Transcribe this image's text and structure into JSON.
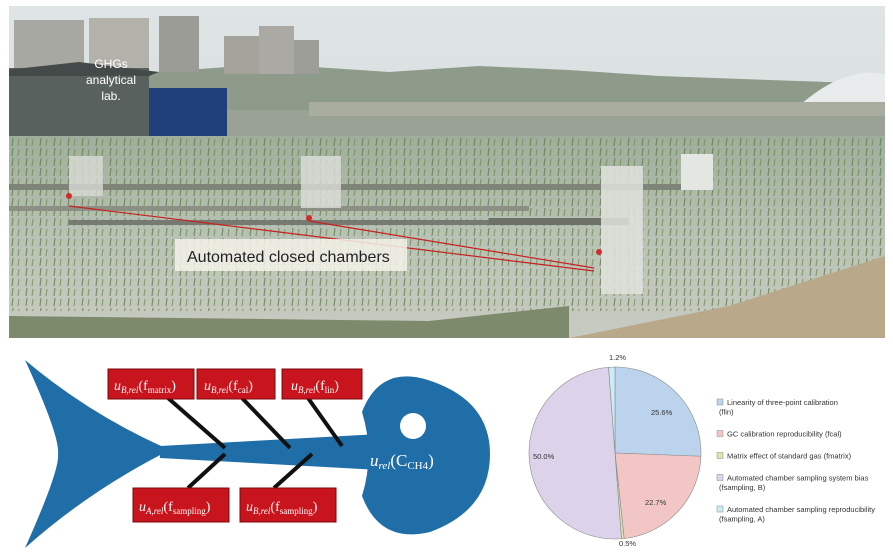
{
  "photo": {
    "lab_label_line1": "GHGs",
    "lab_label_line2": "analytical",
    "lab_label_line3": "lab.",
    "chambers_label": "Automated closed chambers"
  },
  "fishbone": {
    "head": {
      "main": "u",
      "sub1": "rel",
      "paren_open": "(",
      "var": "C",
      "sub2": "CH4",
      "paren_close": ")"
    },
    "boxes": [
      {
        "main": "u",
        "sub": "B,rel",
        "arg": "f",
        "argsub": "matrix"
      },
      {
        "main": "u",
        "sub": "B,rel",
        "arg": "f",
        "argsub": "cal"
      },
      {
        "main": "u",
        "sub": "B,rel",
        "arg": "f",
        "argsub": "lin"
      },
      {
        "main": "u",
        "sub": "A,rel",
        "arg": "f",
        "argsub": "sampling"
      },
      {
        "main": "u",
        "sub": "B,rel",
        "arg": "f",
        "argsub": "sampling"
      }
    ],
    "colors": {
      "fish": "#1f6ea8",
      "box": "#c8141c"
    }
  },
  "chart_data": {
    "type": "pie",
    "values": [
      25.6,
      22.7,
      0.5,
      50.0,
      1.2
    ],
    "data_labels": [
      "25.6%",
      "22.7%",
      "0.5%",
      "50.0%",
      "1.2%"
    ],
    "legend": [
      "Linearity of three-point calibration (flin)",
      "GC calibration reproducibility (fcal)",
      "Matrix effect of standard gas (fmatrix)",
      "Automated chamber sampling system bias (fsampling, B)",
      "Automated chamber sampling reproducibility (fsampling, A)"
    ],
    "colors": [
      "#bcd3ee",
      "#f3c6c6",
      "#d6e6b0",
      "#dcd2ea",
      "#c9ecf5"
    ],
    "legend_placement": "right"
  }
}
